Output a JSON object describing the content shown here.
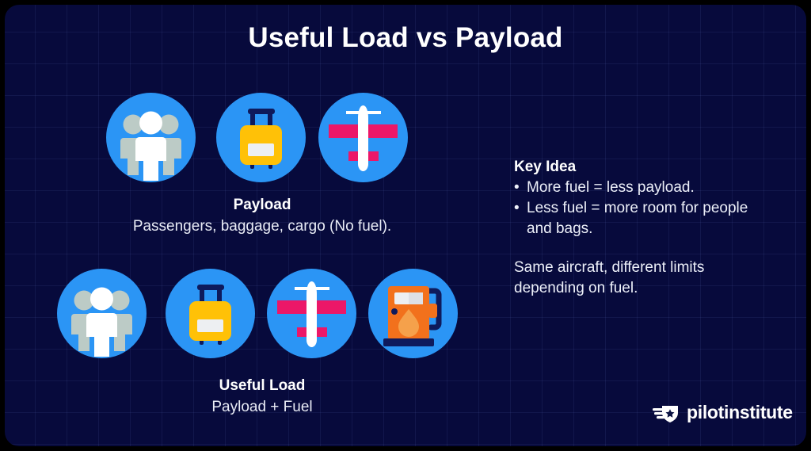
{
  "title": "Useful Load vs Payload",
  "colors": {
    "background": "#070A3C",
    "circle": "#2B95F5",
    "suitcase": "#FFC107",
    "plane": "#EC1768",
    "fuel": "#F2711C",
    "person_light": "#BCCBC6",
    "text": "#FFFFFF"
  },
  "payload_row": {
    "icons": [
      {
        "name": "people-icon",
        "label": "Passengers"
      },
      {
        "name": "suitcase-icon",
        "label": "Baggage"
      },
      {
        "name": "airplane-icon",
        "label": "Aircraft"
      }
    ],
    "caption_title": "Payload",
    "caption_sub": "Passengers, baggage, cargo (No fuel)."
  },
  "useful_load_row": {
    "icons": [
      {
        "name": "people-icon",
        "label": "Passengers"
      },
      {
        "name": "suitcase-icon",
        "label": "Baggage"
      },
      {
        "name": "airplane-icon",
        "label": "Aircraft"
      },
      {
        "name": "fuel-pump-icon",
        "label": "Fuel"
      }
    ],
    "caption_title": "Useful Load",
    "caption_sub": "Payload + Fuel"
  },
  "key_idea": {
    "heading": "Key Idea",
    "bullets": [
      "More fuel = less payload.",
      "Less fuel = more room for people and bags."
    ],
    "note": "Same aircraft, different limits depending on fuel."
  },
  "logo": {
    "text": "pilotinstitute",
    "mark": "winged-shield-star-icon"
  }
}
